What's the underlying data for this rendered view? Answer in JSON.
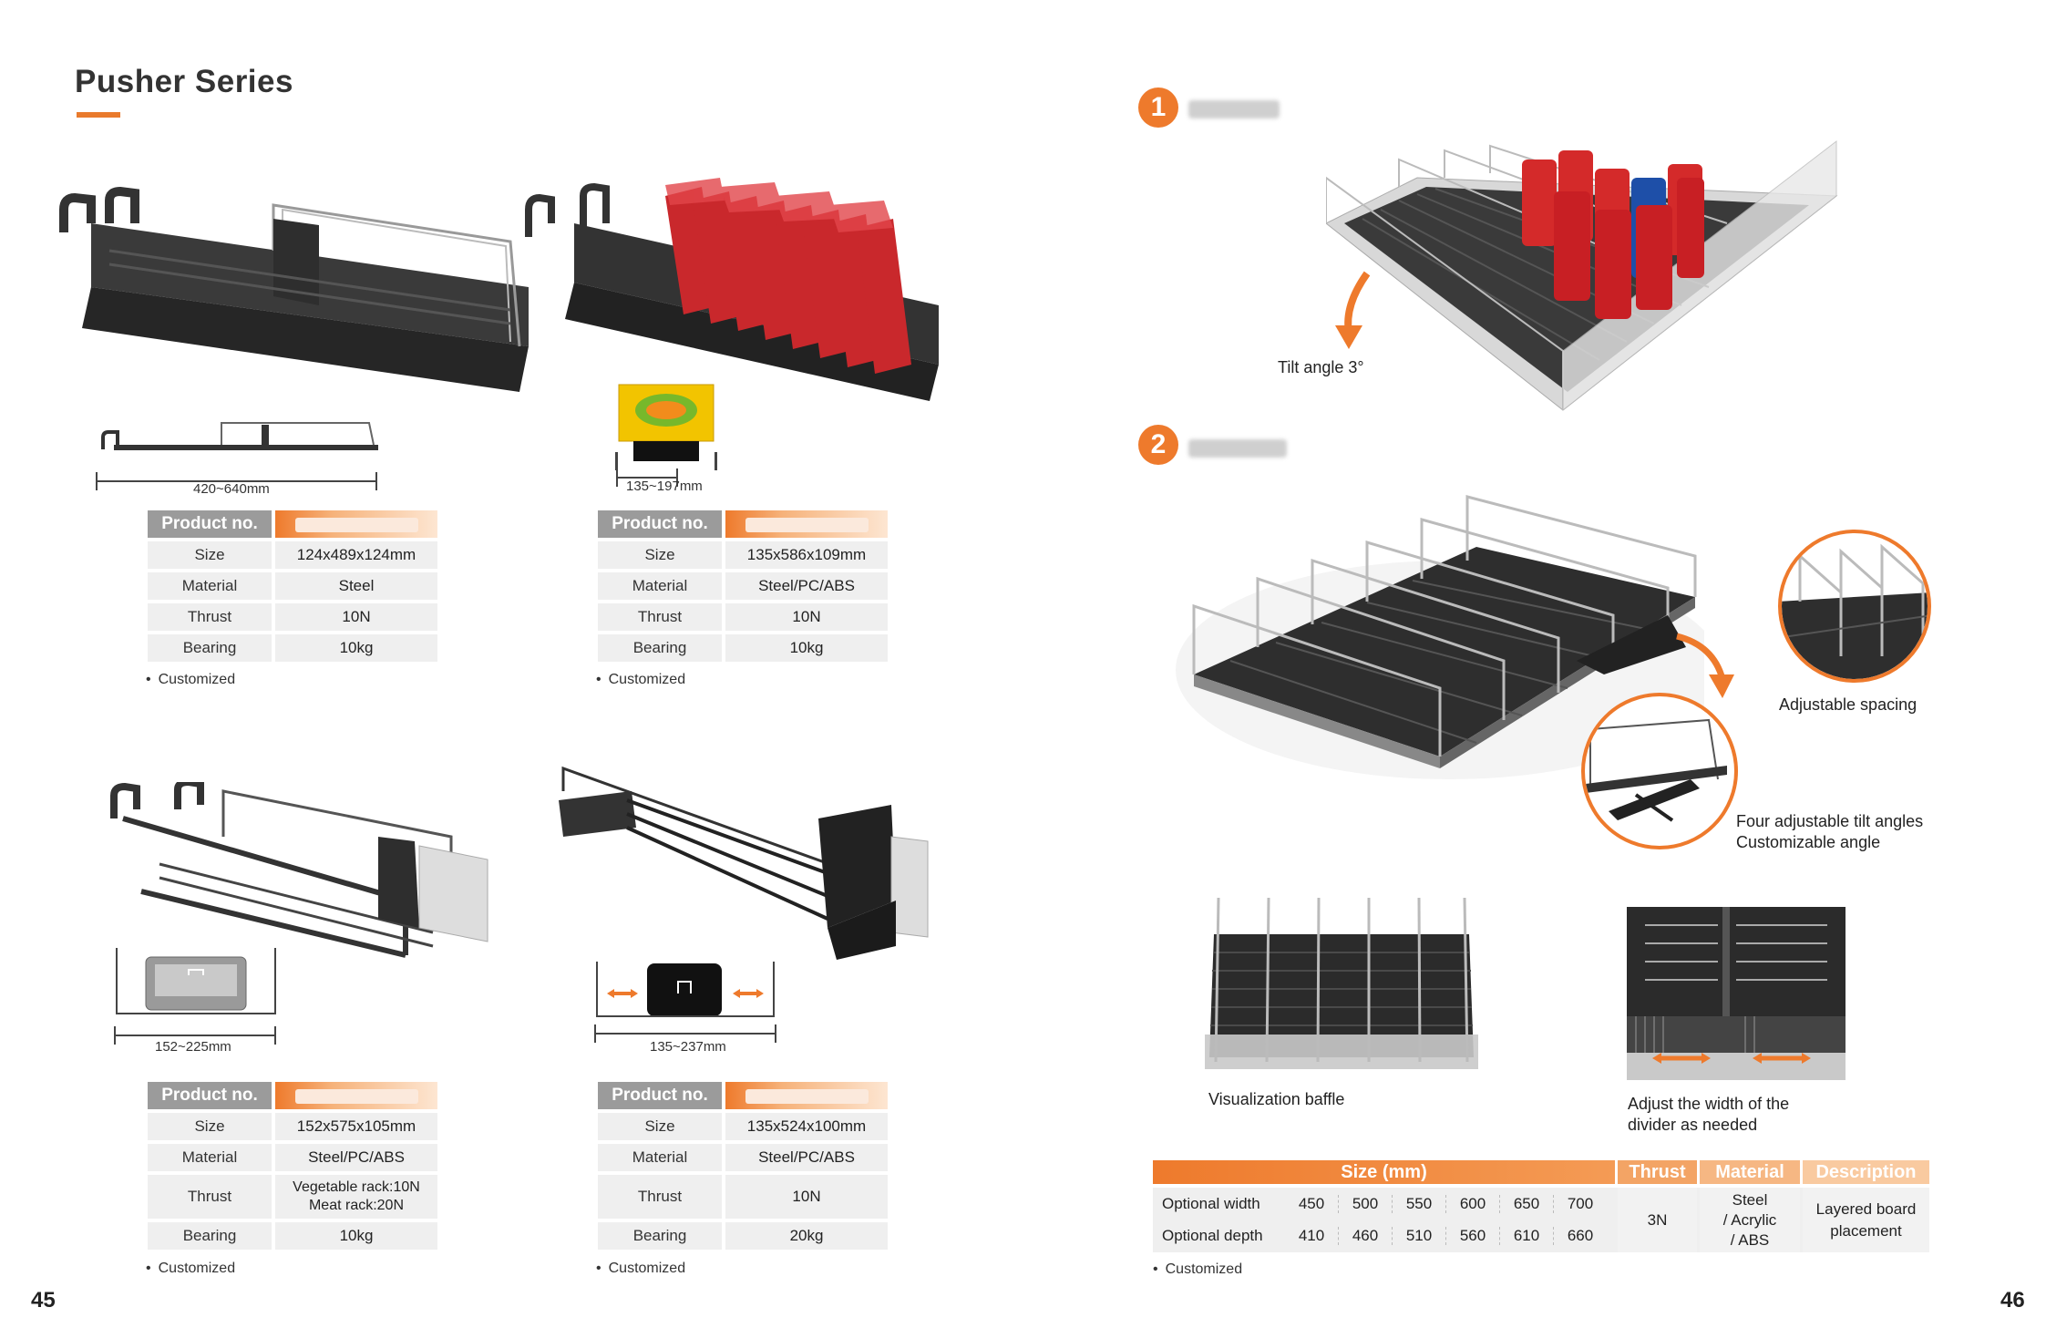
{
  "left_page": {
    "title": "Pusher Series",
    "products": [
      {
        "dimension": "420~640mm",
        "header": "Product no.",
        "rows": [
          {
            "label": "Size",
            "value": "124x489x124mm"
          },
          {
            "label": "Material",
            "value": "Steel"
          },
          {
            "label": "Thrust",
            "value": "10N"
          },
          {
            "label": "Bearing",
            "value": "10kg"
          }
        ],
        "note": "Customized"
      },
      {
        "dimension": "135~197mm",
        "header": "Product no.",
        "rows": [
          {
            "label": "Size",
            "value": "135x586x109mm"
          },
          {
            "label": "Material",
            "value": "Steel/PC/ABS"
          },
          {
            "label": "Thrust",
            "value": "10N"
          },
          {
            "label": "Bearing",
            "value": "10kg"
          }
        ],
        "note": "Customized"
      },
      {
        "dimension": "152~225mm",
        "header": "Product no.",
        "rows": [
          {
            "label": "Size",
            "value": "152x575x105mm"
          },
          {
            "label": "Material",
            "value": "Steel/PC/ABS"
          },
          {
            "label": "Thrust",
            "value": "Vegetable rack:10N\nMeat rack:20N"
          },
          {
            "label": "Bearing",
            "value": "10kg"
          }
        ],
        "note": "Customized"
      },
      {
        "dimension": "135~237mm",
        "header": "Product no.",
        "rows": [
          {
            "label": "Size",
            "value": "135x524x100mm"
          },
          {
            "label": "Material",
            "value": "Steel/PC/ABS"
          },
          {
            "label": "Thrust",
            "value": "10N"
          },
          {
            "label": "Bearing",
            "value": "20kg"
          }
        ],
        "note": "Customized"
      }
    ],
    "page_number": "45"
  },
  "right_page": {
    "section1_number": "1",
    "section2_number": "2",
    "tilt_label": "Tilt angle 3°",
    "adjustable_spacing": "Adjustable spacing",
    "tilt_angles_line1": "Four adjustable tilt angles",
    "tilt_angles_line2": "Customizable angle",
    "visualization_baffle": "Visualization baffle",
    "adjust_width_line1": "Adjust the width of the",
    "adjust_width_line2": "divider as needed",
    "table": {
      "header_size": "Size (mm)",
      "header_thrust": "Thrust",
      "header_material": "Material",
      "header_description": "Description",
      "row_width_label": "Optional width",
      "row_width_values": [
        "450",
        "500",
        "550",
        "600",
        "650",
        "700"
      ],
      "row_depth_label": "Optional depth",
      "row_depth_values": [
        "410",
        "460",
        "510",
        "560",
        "610",
        "660"
      ],
      "thrust": "3N",
      "material_line1": "Steel",
      "material_line2": "/ Acrylic",
      "material_line3": "/ ABS",
      "description_line1": "Layered board",
      "description_line2": "placement"
    },
    "note": "Customized",
    "page_number": "46"
  },
  "colors": {
    "accent": "#ee7a2c",
    "header_gray": "#9b9b9b",
    "cell_bg": "#efefef"
  }
}
